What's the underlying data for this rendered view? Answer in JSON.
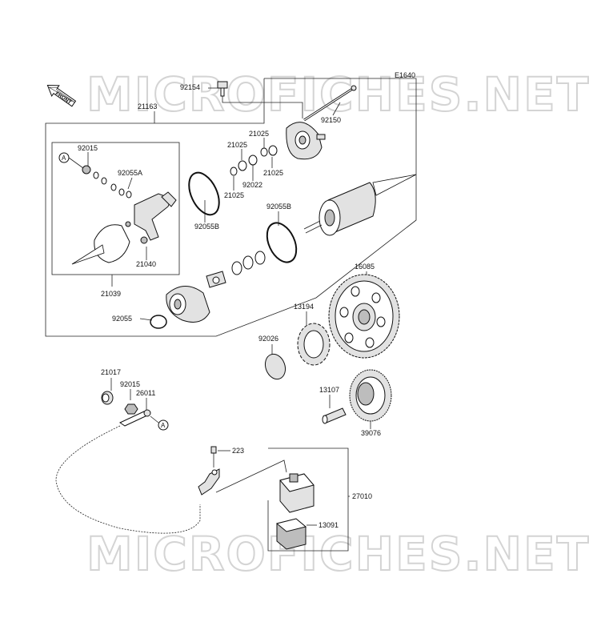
{
  "diagram": {
    "code": "E1640",
    "watermark": "MICROFICHES.NET",
    "front_label": "FRONT",
    "ref_marker": "A",
    "labels": {
      "p92154": "92154",
      "p21163": "21163",
      "p92150": "92150",
      "p21025a": "21025",
      "p21025b": "21025",
      "p21025c": "21025",
      "p21025d": "21025",
      "p92022": "92022",
      "p92015a": "92015",
      "p92055A": "92055A",
      "p92055Ba": "92055B",
      "p92055Bb": "92055B",
      "p21040": "21040",
      "p21039": "21039",
      "p16085": "16085",
      "p13194": "13194",
      "p92055": "92055",
      "p92026": "92026",
      "p21017": "21017",
      "p92015b": "92015",
      "p26011": "26011",
      "p13107": "13107",
      "p39076": "39076",
      "p223": "223",
      "p27010": "27010",
      "p13091": "13091"
    }
  }
}
